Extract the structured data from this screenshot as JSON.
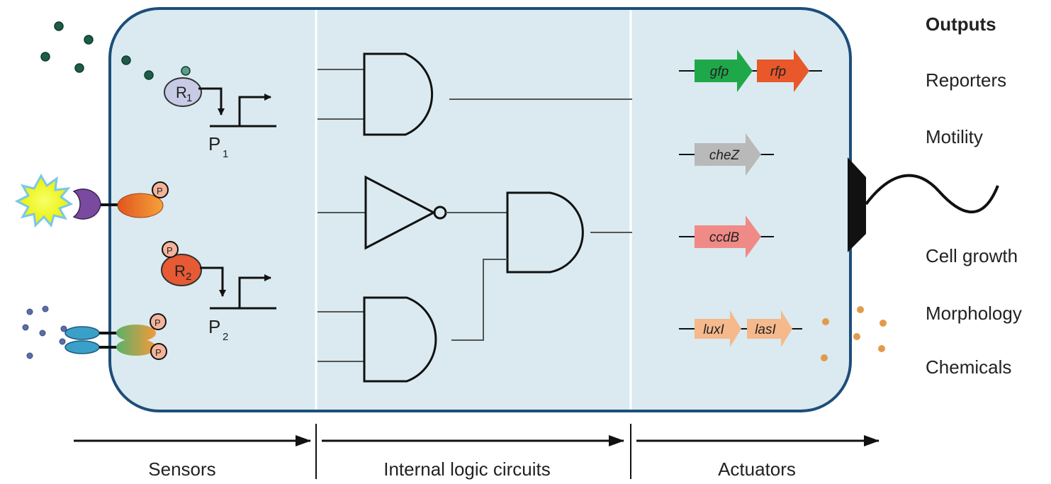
{
  "outputs": {
    "title": "Outputs",
    "items": [
      "Reporters",
      "Motility",
      "Cell growth",
      "Morphology",
      "Chemicals"
    ]
  },
  "stages": {
    "sensors": "Sensors",
    "logic": "Internal logic circuits",
    "actuators": "Actuators"
  },
  "sensors": {
    "r1": {
      "letter": "R",
      "sub": "1"
    },
    "r2": {
      "letter": "R",
      "sub": "2"
    },
    "p1": {
      "letter": "P",
      "sub": "1"
    },
    "p2": {
      "letter": "P",
      "sub": "2"
    },
    "phospho": "P"
  },
  "genes": {
    "gfp": "gfp",
    "rfp": "rfp",
    "cheZ": "cheZ",
    "ccdB": "ccdB",
    "luxI": "luxI",
    "lasI": "lasI"
  },
  "colors": {
    "cell_fill": "#daeaf0",
    "cell_border": "#1d4e7a",
    "gfp": "#1fa84a",
    "rfp": "#e8582a",
    "cheZ": "#b9b9b9",
    "ccdB": "#f08a86",
    "lux": "#f5b98c",
    "dark_dots": "#1e5c4a",
    "blue_dots": "#5c6ea6",
    "orange_dots": "#e39a4a",
    "r1": "#c7cbe6",
    "r2": "#e65a34"
  }
}
